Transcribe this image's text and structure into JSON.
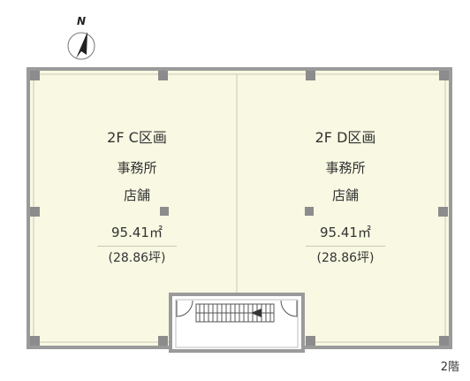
{
  "compass": {
    "label": "N"
  },
  "rooms": [
    {
      "id": "C",
      "title": "2F C区画",
      "use1": "事務所",
      "use2": "店舗",
      "area": "95.41㎡",
      "tsubo": "(28.86坪)"
    },
    {
      "id": "D",
      "title": "2F D区画",
      "use1": "事務所",
      "use2": "店舗",
      "area": "95.41㎡",
      "tsubo": "(28.86坪)"
    }
  ],
  "floor_label": "2階",
  "colors": {
    "floor_fill": "#f8f8e3",
    "wall": "#9a9a9a",
    "column": "#8c8c8c",
    "stair_bg": "#ffffff"
  }
}
